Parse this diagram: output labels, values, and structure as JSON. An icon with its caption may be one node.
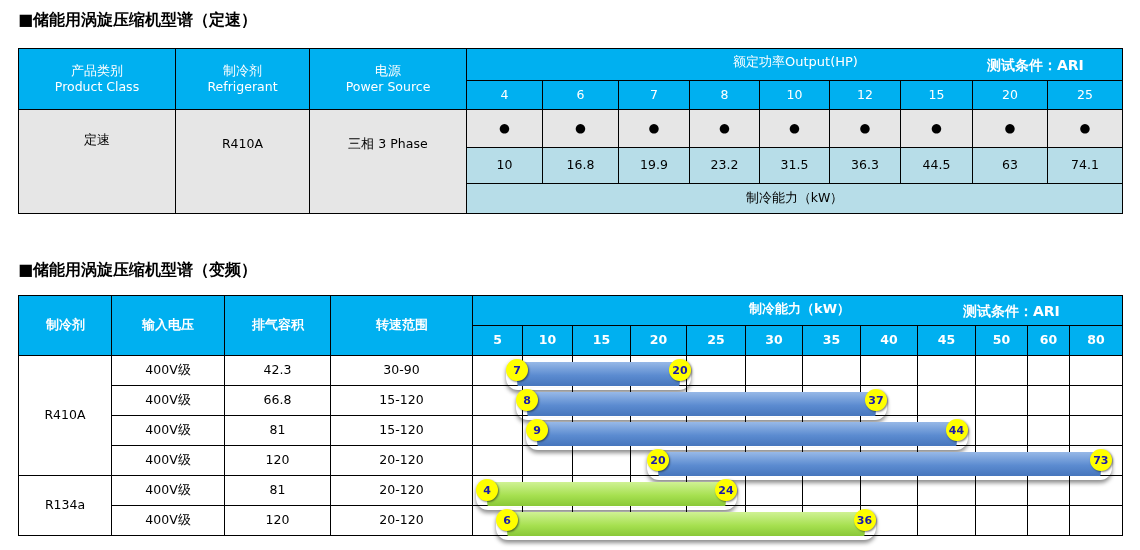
{
  "diagram": {
    "labels": [
      "■储能用涡旋压缩机型谱（定速）",
      "产品类别 Product Class",
      "制冷剂 Refrigerant",
      "电源 Power Source",
      "额定功率Output(HP)",
      "测试条件：ARI",
      "4",
      "6",
      "7",
      "8",
      "10",
      "12",
      "15",
      "20",
      "25",
      "定速",
      "R410A",
      "三相 3 Phase",
      "●",
      "●",
      "●",
      "●",
      "●",
      "●",
      "●",
      "●",
      "●",
      "10",
      "16.8",
      "19.9",
      "23.2",
      "31.5",
      "36.3",
      "44.5",
      "63",
      "74.1",
      "制冷能力（kW）",
      "■储能用涡旋压缩机型谱（变频）",
      "制冷剂",
      "输入电压",
      "排气容积",
      "转速范围",
      "制冷能力（kW）",
      "测试条件：ARI",
      "5",
      "10",
      "15",
      "20",
      "25",
      "30",
      "35",
      "40",
      "45",
      "50",
      "60",
      "80",
      "R410A",
      "400V级",
      "42.3",
      "30-90",
      "7",
      "20",
      "400V级",
      "66.8",
      "15-120",
      "8",
      "37",
      "400V级",
      "81",
      "15-120",
      "9",
      "44",
      "400V级",
      "120",
      "20-120",
      "20",
      "73",
      "R134a",
      "400V级",
      "81",
      "20-120",
      "4",
      "24",
      "400V级",
      "120",
      "20-120",
      "6",
      "36"
    ]
  }
}
